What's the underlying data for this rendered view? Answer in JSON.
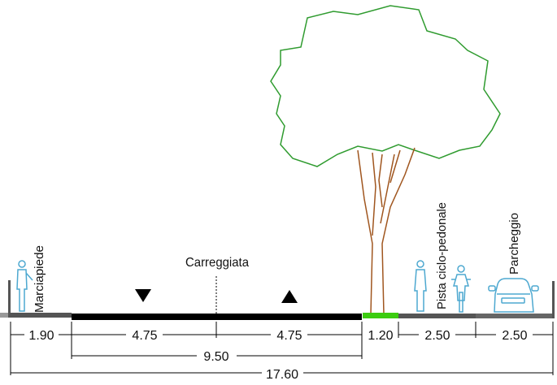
{
  "labels": {
    "sidewalk": "Marciapiede",
    "carriageway": "Carreggiata",
    "bike_path": "Pista ciclo-pedonale",
    "parking": "Parcheggio"
  },
  "dimensions": {
    "sidewalk": "1.90",
    "lane_left": "4.75",
    "lane_right": "4.75",
    "green_strip": "1.20",
    "bike_path": "2.50",
    "parking": "2.50",
    "carriageway_total": "9.50",
    "overall_total": "17.60"
  },
  "colors": {
    "tree_canopy": "#2f9b2f",
    "tree_trunk": "#a0561f",
    "green_strip": "#3ccc10",
    "figures": "#4da8d0",
    "road": "#000000",
    "sidewalk": "#555555"
  },
  "icons": {
    "pedestrian": "person-icon",
    "cyclist": "bicycle-icon",
    "car": "car-icon",
    "direction_down": "triangle-down-icon",
    "direction_up": "triangle-up-icon"
  }
}
